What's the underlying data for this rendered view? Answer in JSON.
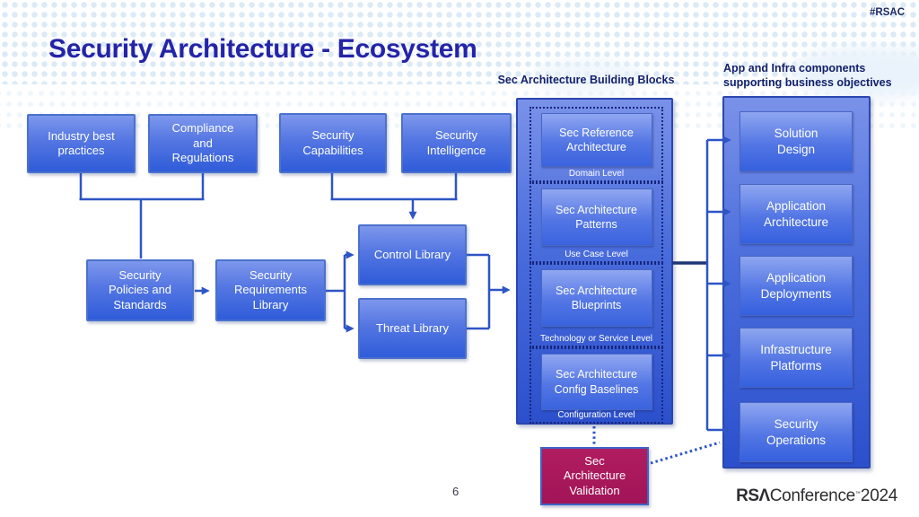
{
  "slide": {
    "hashtag": "#RSAC",
    "title": "Security Architecture - Ecosystem",
    "page_number": "6",
    "logo": {
      "rsa": "RSΛ",
      "conference": "Conference",
      "tm": "™",
      "year": "2024"
    }
  },
  "headers": {
    "building_blocks": "Sec Architecture Building Blocks",
    "app_infra_line1": "App and Infra components",
    "app_infra_line2": "supporting business objectives"
  },
  "nodes": {
    "industry": "Industry best practices",
    "compliance": "Compliance and Regulations",
    "capabilities": "Security Capabilities",
    "intelligence": "Security Intelligence",
    "policies": "Security Policies and Standards",
    "requirements": "Security Requirements Library",
    "control": "Control Library",
    "threat": "Threat Library"
  },
  "building_blocks": {
    "levels": [
      {
        "box": "Sec Reference Architecture",
        "level": "Domain Level"
      },
      {
        "box": "Sec Architecture Patterns",
        "level": "Use Case Level"
      },
      {
        "box": "Sec Architecture Blueprints",
        "level": "Technology or Service Level"
      },
      {
        "box": "Sec Architecture Config Baselines",
        "level": "Configuration Level"
      }
    ]
  },
  "app_infra": {
    "boxes": [
      "Solution Design",
      "Application Architecture",
      "Application Deployments",
      "Infrastructure Platforms",
      "Security Operations"
    ]
  },
  "validation": {
    "label": "Sec Architecture Validation"
  },
  "colors": {
    "title": "#2424A8",
    "header_text": "#13206B",
    "node_gradient_top": "#7D97EC",
    "node_gradient_bottom": "#2F5CD9",
    "node_border": "#4B71CC",
    "panel_border": "#2B46B0",
    "connector": "#2E55C6",
    "connector_dark": "#1E3575",
    "validation_fill": "#B01D60",
    "validation_border": "#3E63C8",
    "dots": "#D9E9F6",
    "logo_text": "#2D2D30"
  }
}
